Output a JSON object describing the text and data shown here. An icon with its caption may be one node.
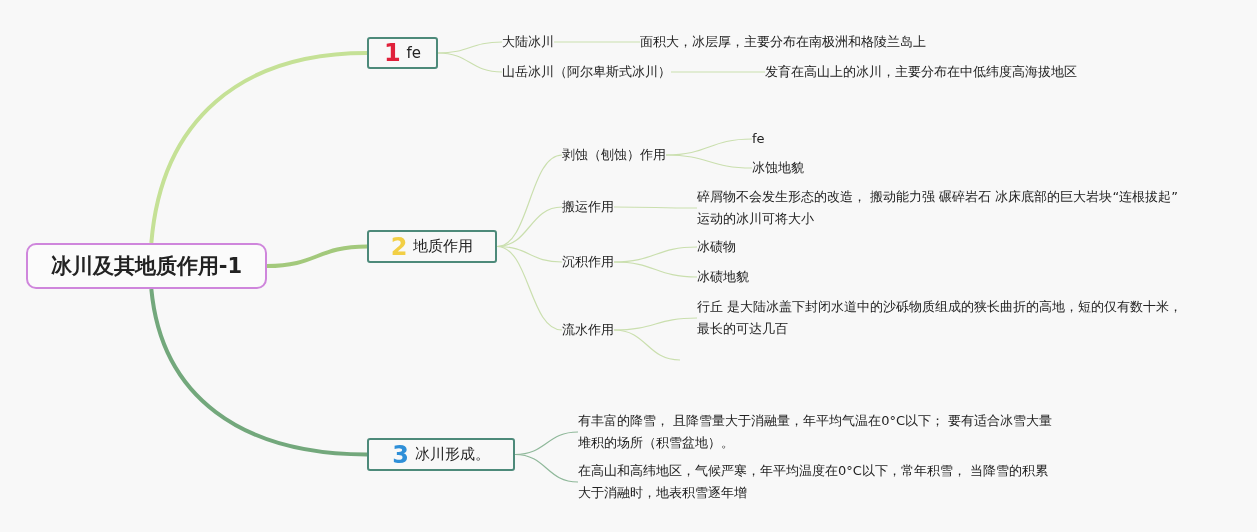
{
  "diagram": {
    "nodes": [
      {
        "text": [
          "冰川及其地质作用-1"
        ]
      },
      {
        "text": [
          "1",
          "fe"
        ]
      },
      {
        "text": [
          "大陆冰川"
        ]
      },
      {
        "text": [
          "面积大，冰层厚，主要分布在南极洲和格陵兰岛上"
        ]
      },
      {
        "text": [
          "山岳冰川（阿尔卑斯式冰川）"
        ]
      },
      {
        "text": [
          "发育在高山上的冰川，主要分布在中低纬度高海拔地区"
        ]
      },
      {
        "text": [
          "2",
          "地质作用"
        ]
      },
      {
        "text": [
          "剥蚀（刨蚀）作用"
        ]
      },
      {
        "text": [
          "fe"
        ]
      },
      {
        "text": [
          "冰蚀地貌"
        ]
      },
      {
        "text": [
          "搬运作用"
        ]
      },
      {
        "text": [
          "碎屑物不会发生形态的改造， 搬动能力强 碾碎岩石 冰床底部的巨大岩块“连根拔起” 运动的冰川可将大小"
        ]
      },
      {
        "text": [
          "沉积作用"
        ]
      },
      {
        "text": [
          "冰碛物"
        ]
      },
      {
        "text": [
          "冰碛地貌"
        ]
      },
      {
        "text": [
          "流水作用"
        ]
      },
      {
        "text": [
          "行丘 是大陆冰盖下封闭水道中的沙砾物质组成的狭长曲折的高地，短的仅有数十米，最长的可达几百"
        ]
      },
      {
        "text": [
          "3",
          "冰川形成。"
        ]
      },
      {
        "text": [
          "有丰富的降雪， 且降雪量大于消融量，年平均气温在0°C以下； 要有适合冰雪大量堆积的场所（积雪盆地）。"
        ]
      },
      {
        "text": [
          "在高山和高纬地区，气候严寒，年平均温度在0°C以下，常年积雪， 当降雪的积累大于消融时，地表积雪逐年增"
        ]
      }
    ],
    "edges": [
      {
        "from": 0,
        "to": 1,
        "arrow": "none",
        "style": "thick",
        "color": "#c5e196"
      },
      {
        "from": 0,
        "to": 6,
        "arrow": "none",
        "style": "thick",
        "color": "#a3c97c"
      },
      {
        "from": 0,
        "to": 17,
        "arrow": "none",
        "style": "thick",
        "color": "#73a87c"
      },
      {
        "from": 1,
        "to": 2,
        "arrow": "none"
      },
      {
        "from": 1,
        "to": 4,
        "arrow": "none"
      },
      {
        "from": 2,
        "to": 3,
        "arrow": "none"
      },
      {
        "from": 4,
        "to": 5,
        "arrow": "none"
      },
      {
        "from": 6,
        "to": 7,
        "arrow": "none"
      },
      {
        "from": 6,
        "to": 10,
        "arrow": "none"
      },
      {
        "from": 6,
        "to": 12,
        "arrow": "none"
      },
      {
        "from": 6,
        "to": 15,
        "arrow": "none"
      },
      {
        "from": 7,
        "to": 8,
        "arrow": "none"
      },
      {
        "from": 7,
        "to": 9,
        "arrow": "none"
      },
      {
        "from": 10,
        "to": 11,
        "arrow": "none"
      },
      {
        "from": 12,
        "to": 13,
        "arrow": "none"
      },
      {
        "from": 12,
        "to": 14,
        "arrow": "none"
      },
      {
        "from": 15,
        "to": 16,
        "arrow": "none"
      },
      {
        "from": 15,
        "to": null,
        "arrow": "none"
      },
      {
        "from": 17,
        "to": 18,
        "arrow": "none",
        "color": "#8fb89a"
      },
      {
        "from": 17,
        "to": 19,
        "arrow": "none",
        "color": "#8fb89a"
      }
    ]
  }
}
